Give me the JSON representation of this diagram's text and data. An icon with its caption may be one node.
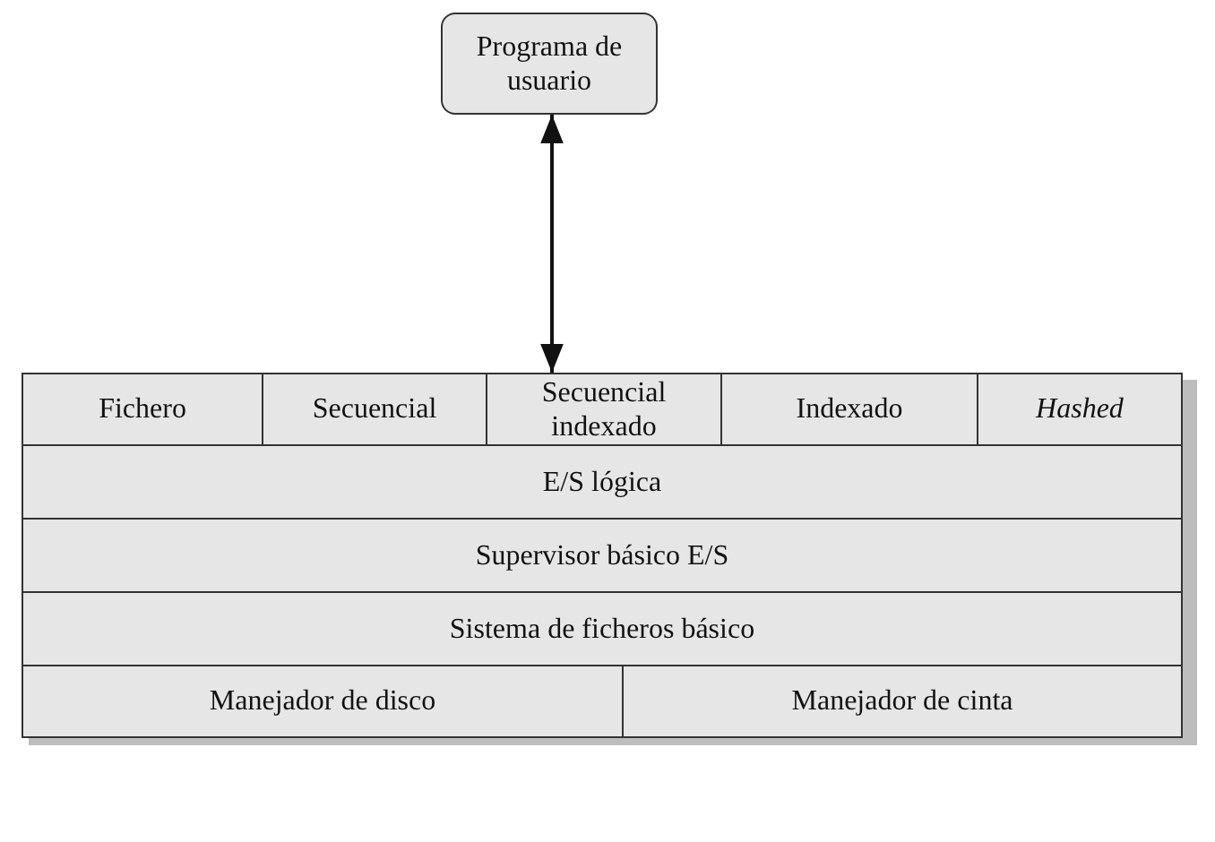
{
  "diagram": {
    "nodes": [
      {
        "text": [
          "Programa de usuario"
        ]
      },
      {
        "text": [
          "Fichero"
        ]
      },
      {
        "text": [
          "Secuencial"
        ]
      },
      {
        "text": [
          "Secuencial indexado"
        ]
      },
      {
        "text": [
          "Indexado"
        ]
      },
      {
        "text": [
          "Hashed"
        ]
      },
      {
        "text": [
          "E/S lógica"
        ]
      },
      {
        "text": [
          "Supervisor básico E/S"
        ]
      },
      {
        "text": [
          "Sistema de ficheros básico"
        ]
      },
      {
        "text": [
          "Manejador de disco"
        ]
      },
      {
        "text": [
          "Manejador de cinta"
        ]
      }
    ],
    "edges": [
      {
        "from": 0,
        "to": 3,
        "arrow": "both"
      }
    ]
  }
}
